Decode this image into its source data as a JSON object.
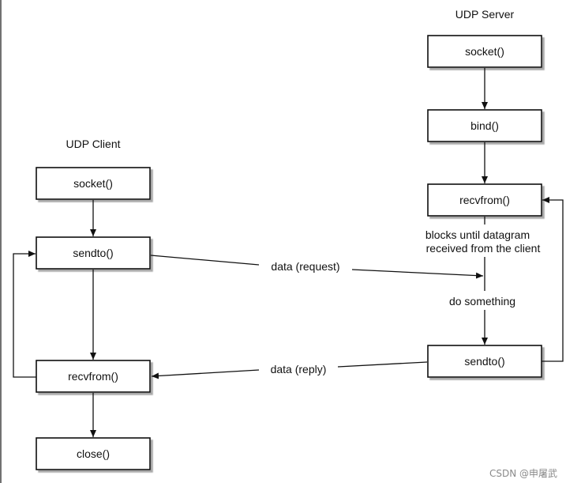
{
  "client": {
    "heading": "UDP Client",
    "nodes": {
      "socket": "socket()",
      "sendto": "sendto()",
      "recvfrom": "recvfrom()",
      "close": "close()"
    }
  },
  "server": {
    "heading": "UDP Server",
    "nodes": {
      "socket": "socket()",
      "bind": "bind()",
      "recvfrom": "recvfrom()",
      "sendto": "sendto()"
    }
  },
  "edges": {
    "request_label": "data (request)",
    "reply_label": "data (reply)",
    "blocks_line1": "blocks until datagram",
    "blocks_line2": "received from the client",
    "do_something": "do something"
  },
  "watermark": "CSDN @申屠武"
}
